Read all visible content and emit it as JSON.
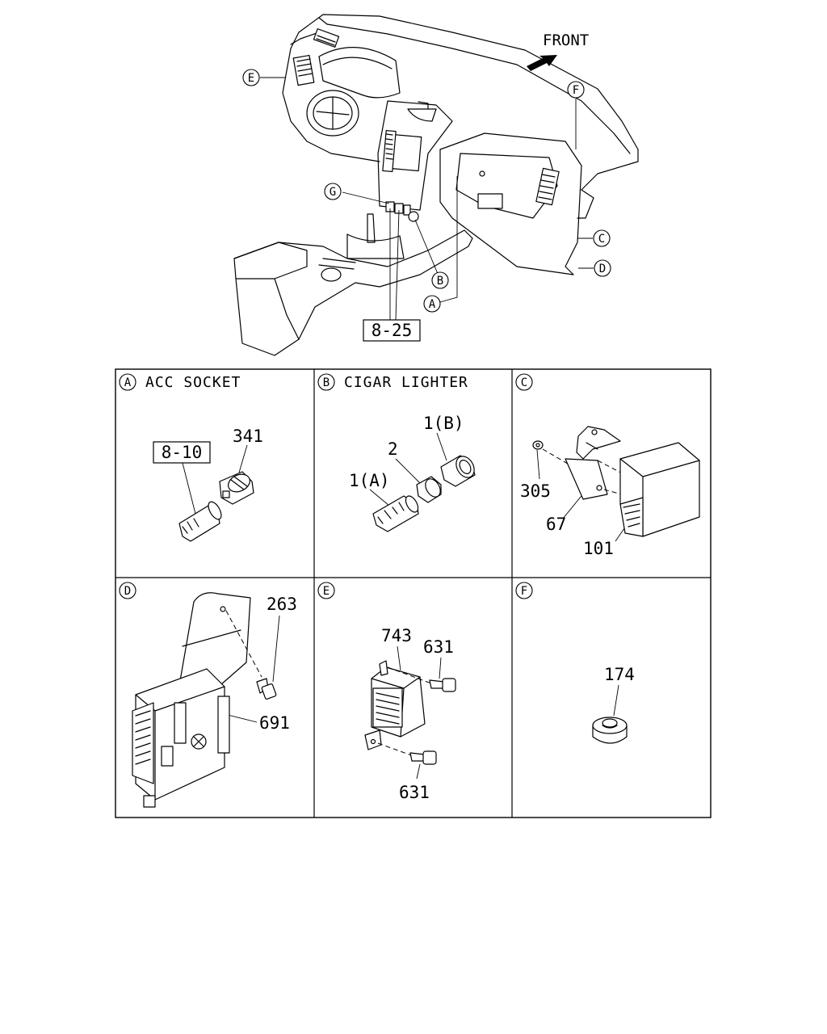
{
  "overview": {
    "front_label": "FRONT",
    "ref_box_label": "8-25",
    "callouts": [
      "A",
      "B",
      "C",
      "D",
      "E",
      "F",
      "G"
    ]
  },
  "panels": [
    {
      "letter": "A",
      "title": "ACC SOCKET",
      "ref_box": "8-10",
      "part_numbers": [
        "341"
      ]
    },
    {
      "letter": "B",
      "title": "CIGAR LIGHTER",
      "part_numbers": [
        "1(B)",
        "2",
        "1(A)"
      ]
    },
    {
      "letter": "C",
      "title": "",
      "part_numbers": [
        "305",
        "67",
        "101"
      ]
    },
    {
      "letter": "D",
      "title": "",
      "part_numbers": [
        "263",
        "691"
      ]
    },
    {
      "letter": "E",
      "title": "",
      "part_numbers": [
        "743",
        "631",
        "631"
      ]
    },
    {
      "letter": "F",
      "title": "",
      "part_numbers": [
        "174"
      ]
    }
  ]
}
